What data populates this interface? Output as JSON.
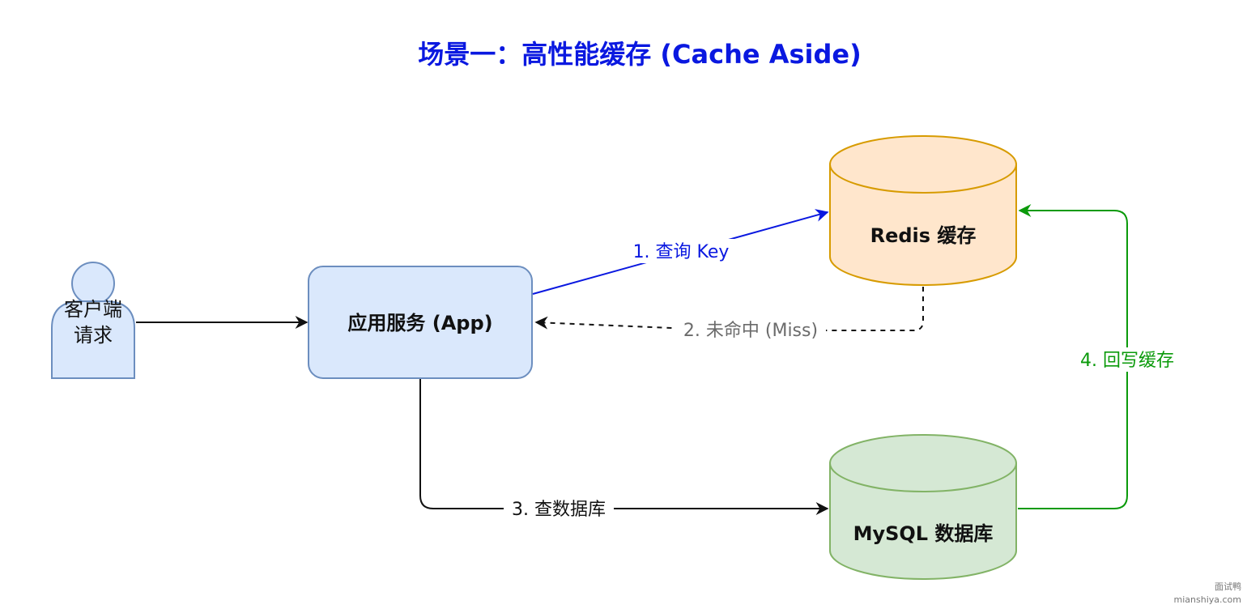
{
  "title": "场景一：高性能缓存 (Cache Aside)",
  "nodes": {
    "client": {
      "line1": "客户端",
      "line2": "请求"
    },
    "app": {
      "label": "应用服务 (App)"
    },
    "redis": {
      "label": "Redis 缓存"
    },
    "mysql": {
      "label": "MySQL 数据库"
    }
  },
  "edges": {
    "query_key": "1. 查询 Key",
    "miss": "2. 未命中 (Miss)",
    "query_db": "3. 查数据库",
    "write_back": "4. 回写缓存"
  },
  "colors": {
    "title": "#0a18e0",
    "query_edge": "#0a18e0",
    "miss_edge": "#6b6b6b",
    "write_back_edge": "#0a9a0a",
    "app_fill": "#dae8fc",
    "app_stroke": "#6c8ebf",
    "redis_fill": "#ffe6cc",
    "redis_stroke": "#d79b00",
    "mysql_fill": "#d5e8d4",
    "mysql_stroke": "#82b366"
  },
  "watermark": {
    "line1": "面试鸭",
    "line2": "mianshiya.com"
  }
}
